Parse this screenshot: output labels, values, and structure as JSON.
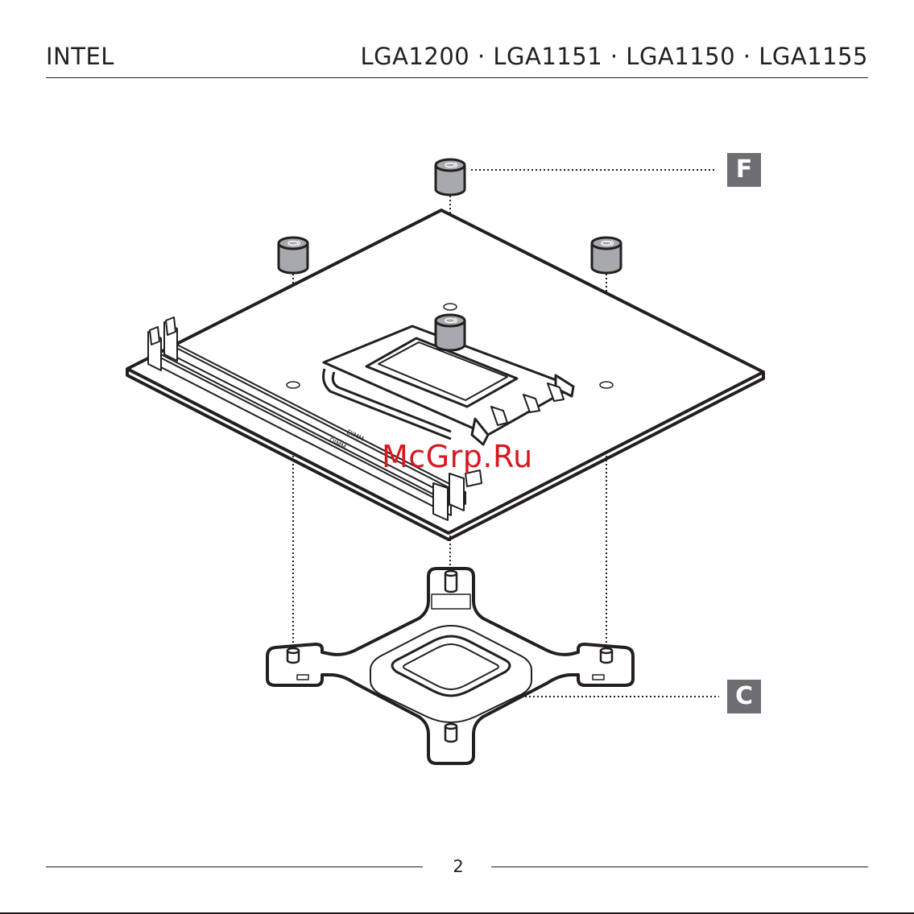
{
  "header": {
    "brand": "INTEL",
    "sockets": "LGA1200 · LGA1151 · LGA1150 · LGA1155"
  },
  "labels": {
    "standoff": "F",
    "backplate": "C"
  },
  "watermark": "McGrp.Ru",
  "footer": {
    "page_number": "2"
  },
  "colors": {
    "standoff_fill": "#a7a9ac",
    "label_box": "#6d6e71",
    "watermark": "#d71920"
  }
}
